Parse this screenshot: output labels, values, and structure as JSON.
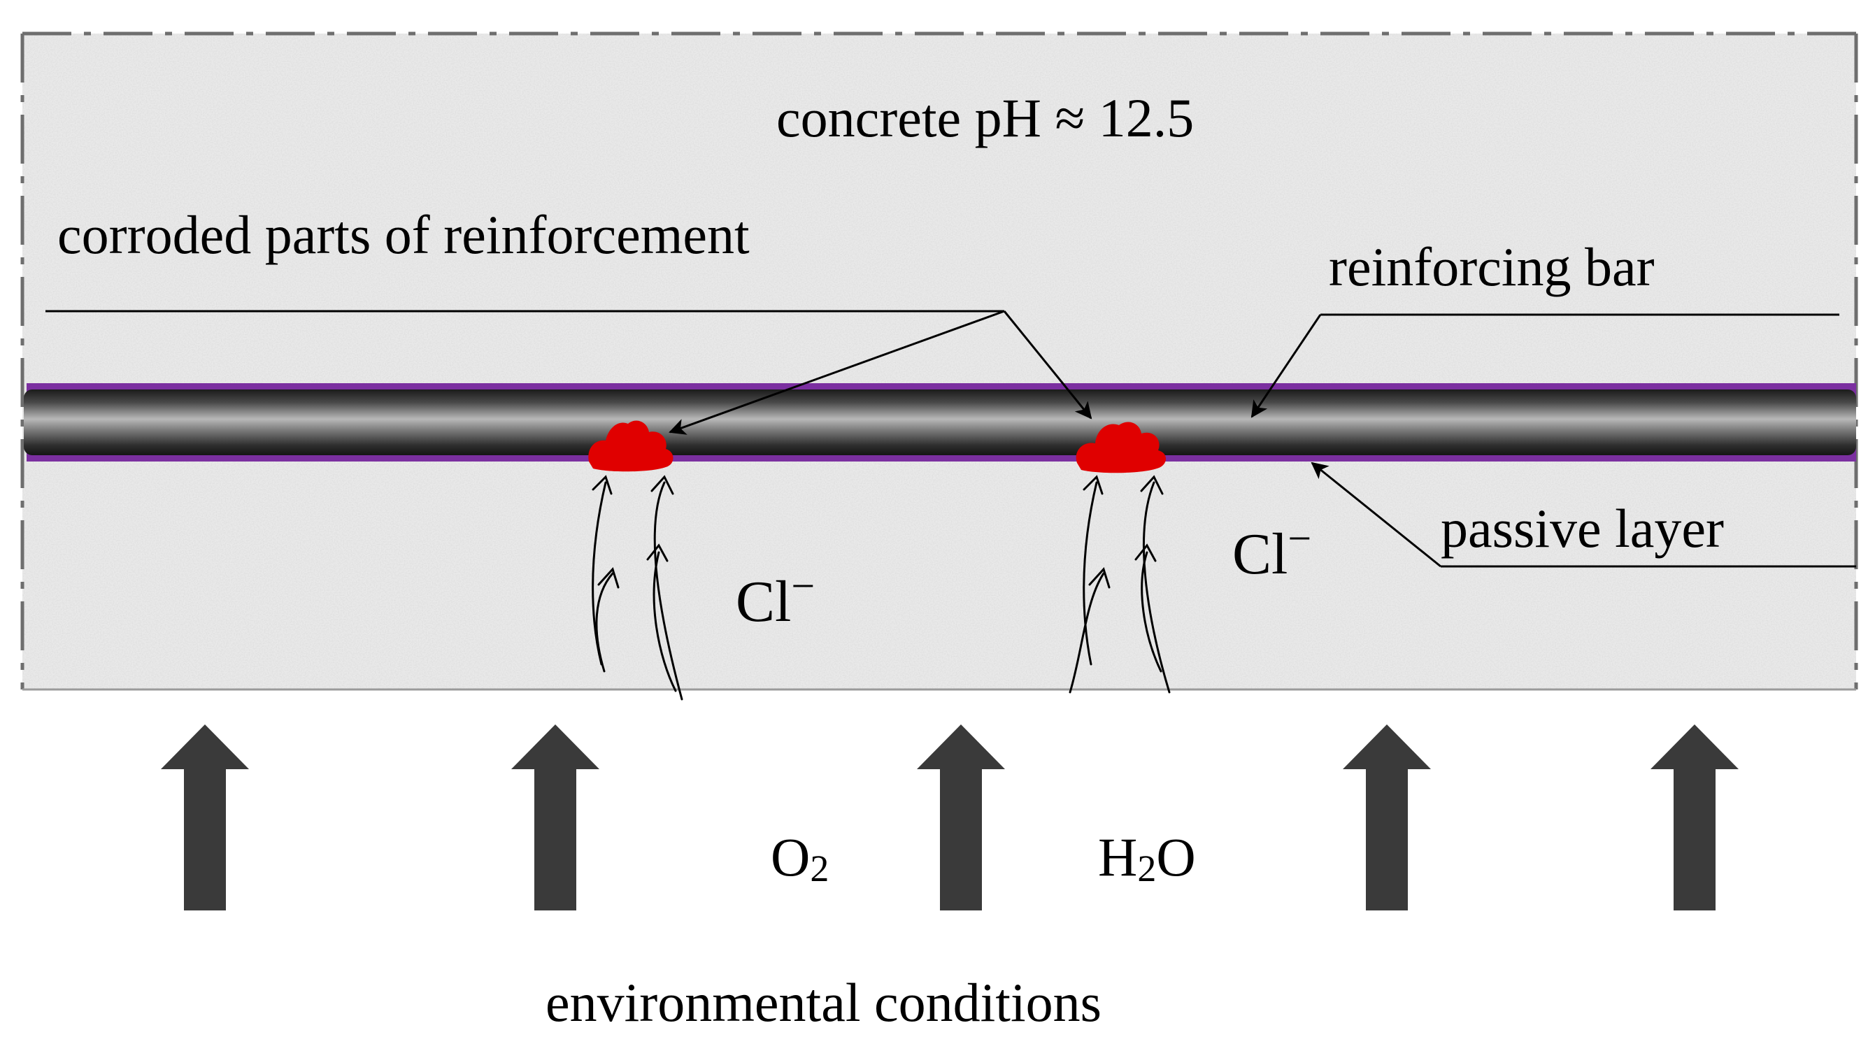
{
  "labels": {
    "concrete": "concrete pH ≈ 12.5",
    "corroded": "corroded parts of reinforcement",
    "bar": "reinforcing bar",
    "passive": "passive layer",
    "environment": "environmental conditions"
  },
  "ions": {
    "chloride_left": {
      "symbol": "Cl",
      "charge": "−"
    },
    "chloride_right": {
      "symbol": "Cl",
      "charge": "−"
    }
  },
  "molecules": {
    "oxygen": {
      "symbol": "O",
      "subscript": "2"
    },
    "water": {
      "symbol": "H",
      "subscript": "2",
      "tail": "O"
    }
  },
  "colors": {
    "concrete": "#e9e9e9",
    "passive_layer": "#7b2fa0",
    "bar_dark": "#1b1b1b",
    "bar_light": "#b8b8b8",
    "corrosion": "#e00000",
    "arrow": "#3a3a3a",
    "border": "#6e6e6e"
  },
  "icons": {
    "upward_arrows": "block-arrow-up-icon",
    "chloride_paths": "curved-arrow-icon"
  }
}
